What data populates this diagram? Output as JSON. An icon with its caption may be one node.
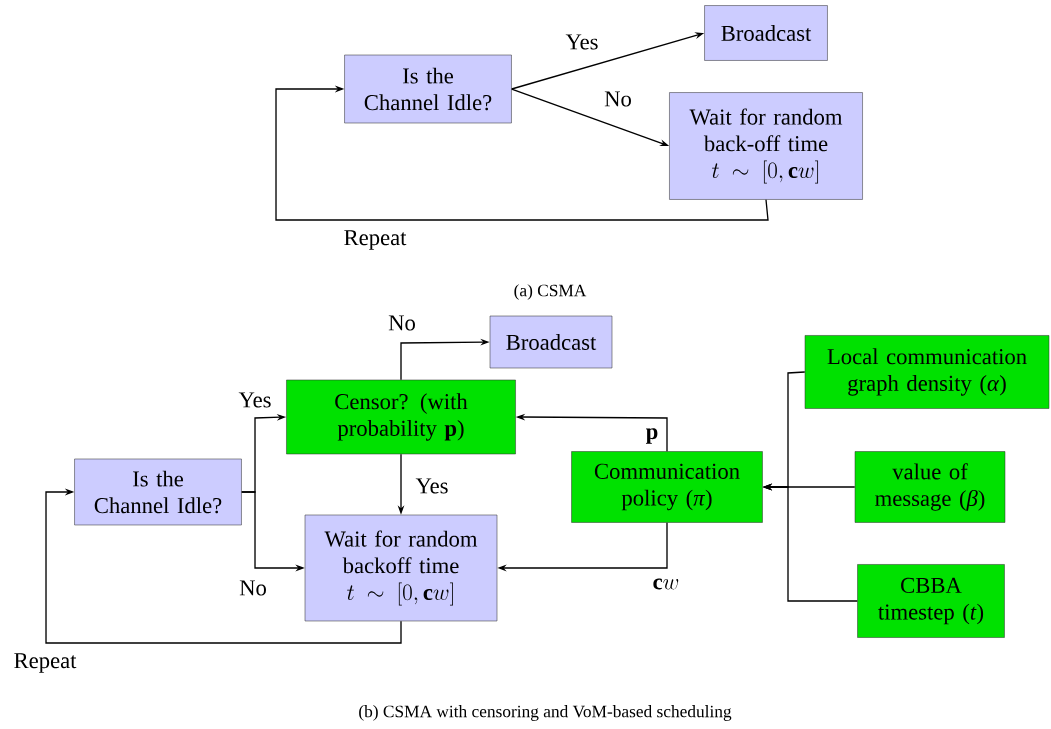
{
  "diagram": {
    "nodes": [
      {
        "text": [
          "Is the Channel Idle?"
        ]
      },
      {
        "text": [
          "Broadcast"
        ]
      },
      {
        "text": [
          "Wait for random back-off time",
          "t \\sim [0, \\mathbf{c}w]"
        ]
      },
      {
        "text": [
          "Broadcast"
        ]
      },
      {
        "text": [
          "Local communication graph density (*α*)"
        ]
      },
      {
        "text": [
          "Censor? (with probability **p**)"
        ]
      },
      {
        "text": [
          "Is the Channel Idle?"
        ]
      },
      {
        "text": [
          "Communication policy (*π*)"
        ]
      },
      {
        "text": [
          "value of message (*β*)"
        ]
      },
      {
        "text": [
          "Wait for random backoff time",
          "t \\sim [0, \\mathbf{c}w]"
        ]
      },
      {
        "text": [
          "CBBA timestep (*t*)"
        ]
      }
    ],
    "edges": [
      {
        "from": 0,
        "to": 1,
        "arrow": "to",
        "label": "Yes"
      },
      {
        "from": 0,
        "to": 2,
        "arrow": "to",
        "label": "No"
      },
      {
        "from": 2,
        "to": 0,
        "arrow": "to",
        "label": "Repeat"
      },
      {
        "from": 5,
        "to": 3,
        "arrow": "to",
        "label": "No"
      },
      {
        "from": 6,
        "to": 5,
        "arrow": "to",
        "label": "Yes"
      },
      {
        "from": 6,
        "to": 9,
        "arrow": "to",
        "label": "No"
      },
      {
        "from": 5,
        "to": 9,
        "arrow": "to",
        "label": "Yes"
      },
      {
        "from": 7,
        "to": 5,
        "arrow": "to",
        "label": "\\mathbf{p}"
      },
      {
        "from": 7,
        "to": 9,
        "arrow": "to",
        "label": "\\mathbf{c}w"
      },
      {
        "from": 4,
        "to": 7,
        "arrow": "to"
      },
      {
        "from": 8,
        "to": 7,
        "arrow": "to"
      },
      {
        "from": 10,
        "to": 7,
        "arrow": "to"
      },
      {
        "from": 9,
        "to": 6,
        "arrow": "to",
        "label": "Repeat"
      }
    ],
    "labels": [
      "(a) CSMA",
      "(b) CSMA with censoring and VoM-based scheduling"
    ]
  }
}
